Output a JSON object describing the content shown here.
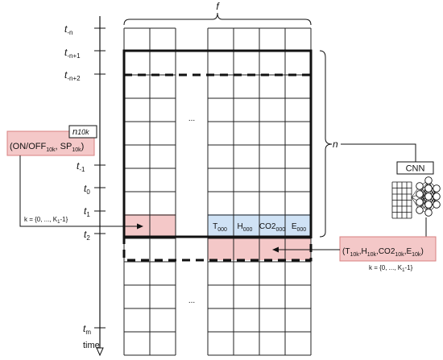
{
  "time_axis": {
    "ticks": [
      {
        "base": "t",
        "sub": "-n"
      },
      {
        "base": "t",
        "sub": "-n+1"
      },
      {
        "base": "t",
        "sub": "-n+2"
      },
      {
        "base": "t",
        "sub": "-1"
      },
      {
        "base": "t",
        "sub": "0"
      },
      {
        "base": "t",
        "sub": "1"
      },
      {
        "base": "t",
        "sub": "2"
      },
      {
        "base": "t",
        "sub": "m"
      }
    ],
    "label": "time"
  },
  "grid": {
    "f_label": "f",
    "n_label": "n",
    "ellipsis_top": "...",
    "ellipsis_bottom": "..."
  },
  "features": [
    {
      "base": "T",
      "sub": "000"
    },
    {
      "base": "H",
      "sub": "000"
    },
    {
      "base": "CO2",
      "sub": "000"
    },
    {
      "base": "E",
      "sub": "000"
    }
  ],
  "control_box": {
    "tag_base": "n",
    "tag_sub": "10k",
    "text_open": "(ON/OFF",
    "onoff_sub": "10k",
    "sp_text": ", SP",
    "sp_sub": "10k",
    "text_close": ")",
    "k_range": "k = {0, ..., K",
    "k_sub": "1",
    "k_end": "-1}"
  },
  "output_box": {
    "parts": [
      {
        "base": "(T",
        "sub": "10k"
      },
      {
        "base": ",H",
        "sub": "10k"
      },
      {
        "base": ",CO2",
        "sub": "10k"
      },
      {
        "base": ",E",
        "sub": "10k"
      }
    ],
    "close": ")",
    "k_range": "k = {0, ..., K",
    "k_sub": "1",
    "k_end": "-1}"
  },
  "cnn": {
    "label": "CNN"
  },
  "colors": {
    "highlight_red": "#f4c8c8",
    "red_border": "#d98080",
    "highlight_blue": "#cfe2f5",
    "line": "#111111",
    "grid_line": "#222222"
  }
}
